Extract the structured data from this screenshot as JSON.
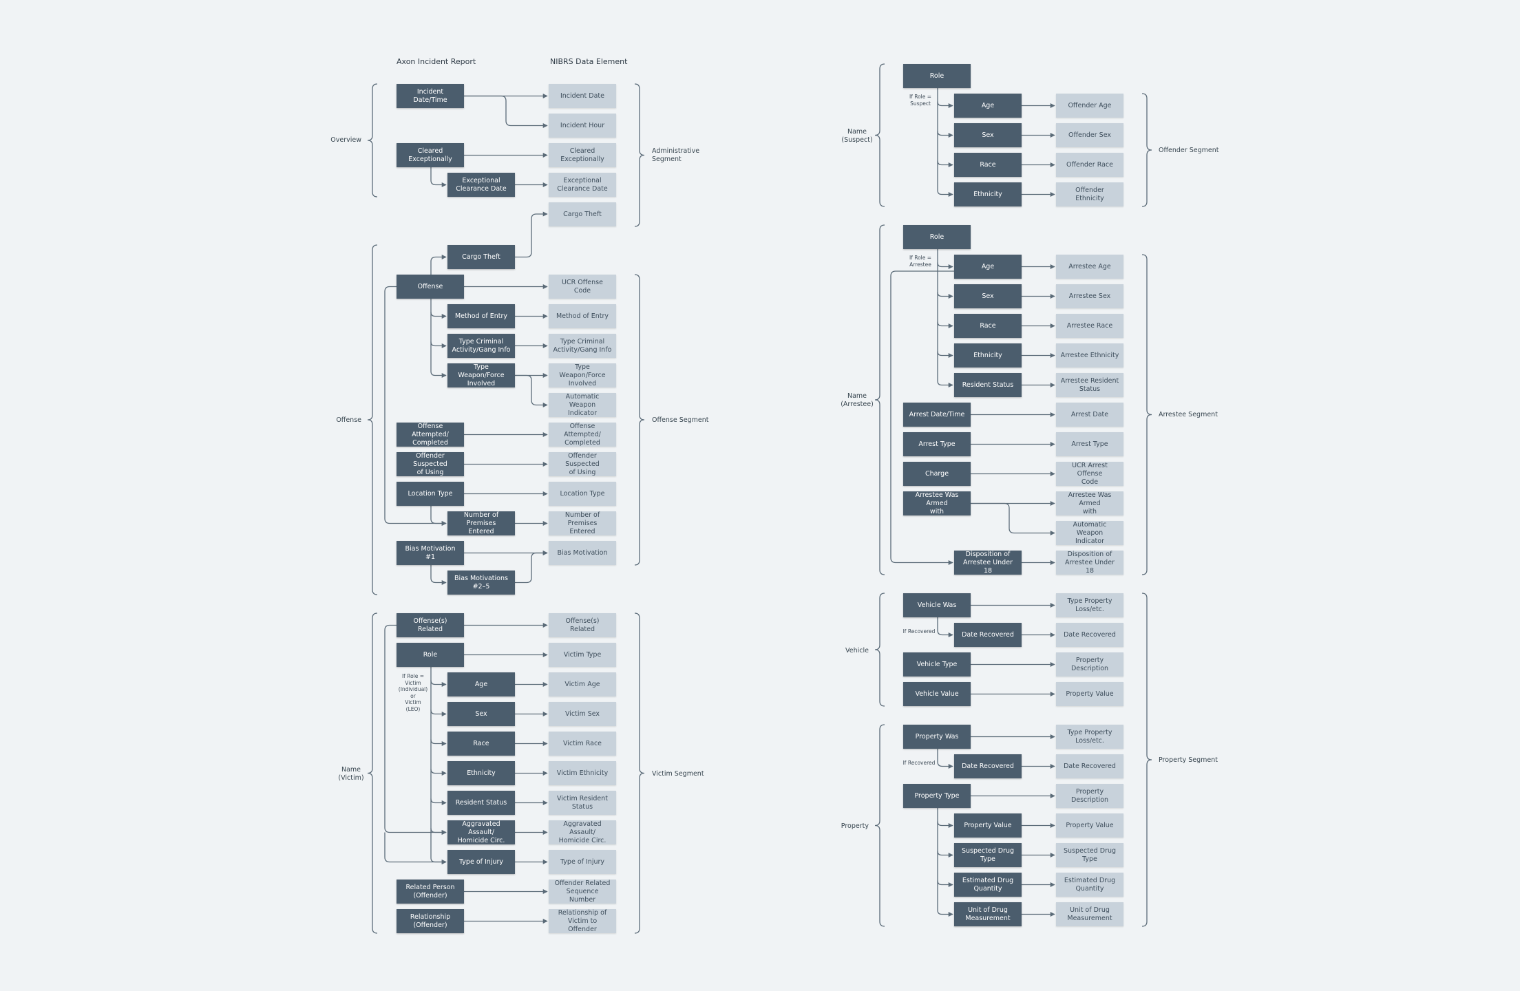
{
  "headers": {
    "left": "Axon Incident Report",
    "right": "NIBRS Data Element"
  },
  "groups": {
    "overview": "Overview",
    "offense": "Offense",
    "name_victim": "Name\n(Victim)",
    "name_suspect": "Name\n(Suspect)",
    "name_arrestee": "Name\n(Arrestee)",
    "vehicle": "Vehicle",
    "property": "Property"
  },
  "segments": {
    "administrative": "Administrative\nSegment",
    "offense": "Offense Segment",
    "victim": "Victim Segment",
    "offender": "Offender Segment",
    "arrestee": "Arrestee Segment",
    "property": "Property Segment"
  },
  "conditions": {
    "victim_role": "If Role =\nVictim\n(Individual)\nor\nVictim\n(LEO)",
    "suspect_role": "If Role =\nSuspect",
    "arrestee_role": "If Role =\nArrestee",
    "vehicle_recovered": "If Recovered",
    "property_recovered": "If Recovered"
  },
  "axon": {
    "incident_datetime": "Incident Date/Time",
    "cleared_exceptionally": "Cleared Exceptionally",
    "exceptional_clearance_date": "Exceptional\nClearance Date",
    "cargo_theft": "Cargo Theft",
    "offense": "Offense",
    "method_of_entry": "Method of Entry",
    "type_criminal_activity": "Type Criminal\nActivity/Gang Info",
    "type_weapon": "Type Weapon/Force\nInvolved",
    "offense_attempted": "Offense Attempted/\nCompleted",
    "offender_suspected": "Offender Suspected\nof Using",
    "location_type": "Location Type",
    "number_premises": "Number of Premises\nEntered",
    "bias_motivation_1": "Bias Motivation\n#1",
    "bias_motivations_2_5": "Bias Motivations\n#2–5",
    "offenses_related": "Offense(s) Related",
    "victim_role": "Role",
    "victim_age": "Age",
    "victim_sex": "Sex",
    "victim_race": "Race",
    "victim_ethnicity": "Ethnicity",
    "victim_resident_status": "Resident Status",
    "aggravated_assault": "Aggravated Assault/\nHomicide Circ.",
    "type_of_injury": "Type of Injury",
    "related_person": "Related Person\n(Offender)",
    "relationship": "Relationship\n(Offender)",
    "suspect_role": "Role",
    "suspect_age": "Age",
    "suspect_sex": "Sex",
    "suspect_race": "Race",
    "suspect_ethnicity": "Ethnicity",
    "arrestee_role": "Role",
    "arrestee_age": "Age",
    "arrestee_sex": "Sex",
    "arrestee_race": "Race",
    "arrestee_ethnicity": "Ethnicity",
    "arrestee_resident_status": "Resident Status",
    "arrest_datetime": "Arrest Date/Time",
    "arrest_type": "Arrest Type",
    "charge": "Charge",
    "arrestee_armed": "Arrestee Was Armed\nwith",
    "disposition_under_18": "Disposition of\nArrestee Under 18",
    "vehicle_was": "Vehicle Was",
    "vehicle_date_recovered": "Date Recovered",
    "vehicle_type": "Vehicle Type",
    "vehicle_value": "Vehicle Value",
    "property_was": "Property Was",
    "property_date_recovered": "Date Recovered",
    "property_type": "Property Type",
    "property_value": "Property Value",
    "suspected_drug_type": "Suspected Drug Type",
    "estimated_drug_quantity": "Estimated Drug\nQuantity",
    "unit_of_drug_measurement": "Unit of Drug\nMeasurement"
  },
  "nibrs": {
    "incident_date": "Incident Date",
    "incident_hour": "Incident Hour",
    "cleared_exceptionally": "Cleared Exceptionally",
    "exceptional_clearance_date": "Exceptional\nClearance Date",
    "cargo_theft": "Cargo Theft",
    "ucr_offense_code": "UCR Offense Code",
    "method_of_entry": "Method of Entry",
    "type_criminal_activity": "Type Criminal\nActivity/Gang Info",
    "type_weapon": "Type Weapon/Force\nInvolved",
    "automatic_weapon_indicator": "Automatic Weapon\nIndicator",
    "offense_attempted": "Offense Attempted/\nCompleted",
    "offender_suspected": "Offender Suspected\nof Using",
    "location_type": "Location Type",
    "number_premises": "Number of Premises\nEntered",
    "bias_motivation": "Bias Motivation",
    "offenses_related": "Offense(s) Related",
    "victim_type": "Victim Type",
    "victim_age": "Victim Age",
    "victim_sex": "Victim Sex",
    "victim_race": "Victim Race",
    "victim_ethnicity": "Victim Ethnicity",
    "victim_resident_status": "Victim Resident\nStatus",
    "aggravated_assault": "Aggravated Assault/\nHomicide Circ.",
    "type_of_injury": "Type of Injury",
    "offender_related_sequence": "Offender Related\nSequence Number",
    "relationship_victim_offender": "Relationship of\nVictim to Offender",
    "offender_age": "Offender Age",
    "offender_sex": "Offender Sex",
    "offender_race": "Offender Race",
    "offender_ethnicity": "Offender Ethnicity",
    "arrestee_age": "Arrestee Age",
    "arrestee_sex": "Arrestee Sex",
    "arrestee_race": "Arrestee Race",
    "arrestee_ethnicity": "Arrestee Ethnicity",
    "arrestee_resident_status": "Arrestee Resident\nStatus",
    "arrest_date": "Arrest Date",
    "arrest_type": "Arrest Type",
    "ucr_arrest_offense_code": "UCR Arrest Offense\nCode",
    "arrestee_armed": "Arrestee Was Armed\nwith",
    "automatic_weapon_indicator_2": "Automatic Weapon\nIndicator",
    "disposition_under_18": "Disposition of\nArrestee Under 18",
    "vehicle_type_property_loss": "Type Property\nLoss/etc.",
    "vehicle_date_recovered": "Date Recovered",
    "vehicle_property_description": "Property Description",
    "vehicle_property_value": "Property Value",
    "type_property_loss": "Type Property\nLoss/etc.",
    "property_date_recovered": "Date Recovered",
    "property_description": "Property Description",
    "property_value": "Property Value",
    "suspected_drug_type": "Suspected Drug Type",
    "estimated_drug_quantity": "Estimated Drug\nQuantity",
    "unit_of_drug_measurement": "Unit of Drug\nMeasurement"
  }
}
